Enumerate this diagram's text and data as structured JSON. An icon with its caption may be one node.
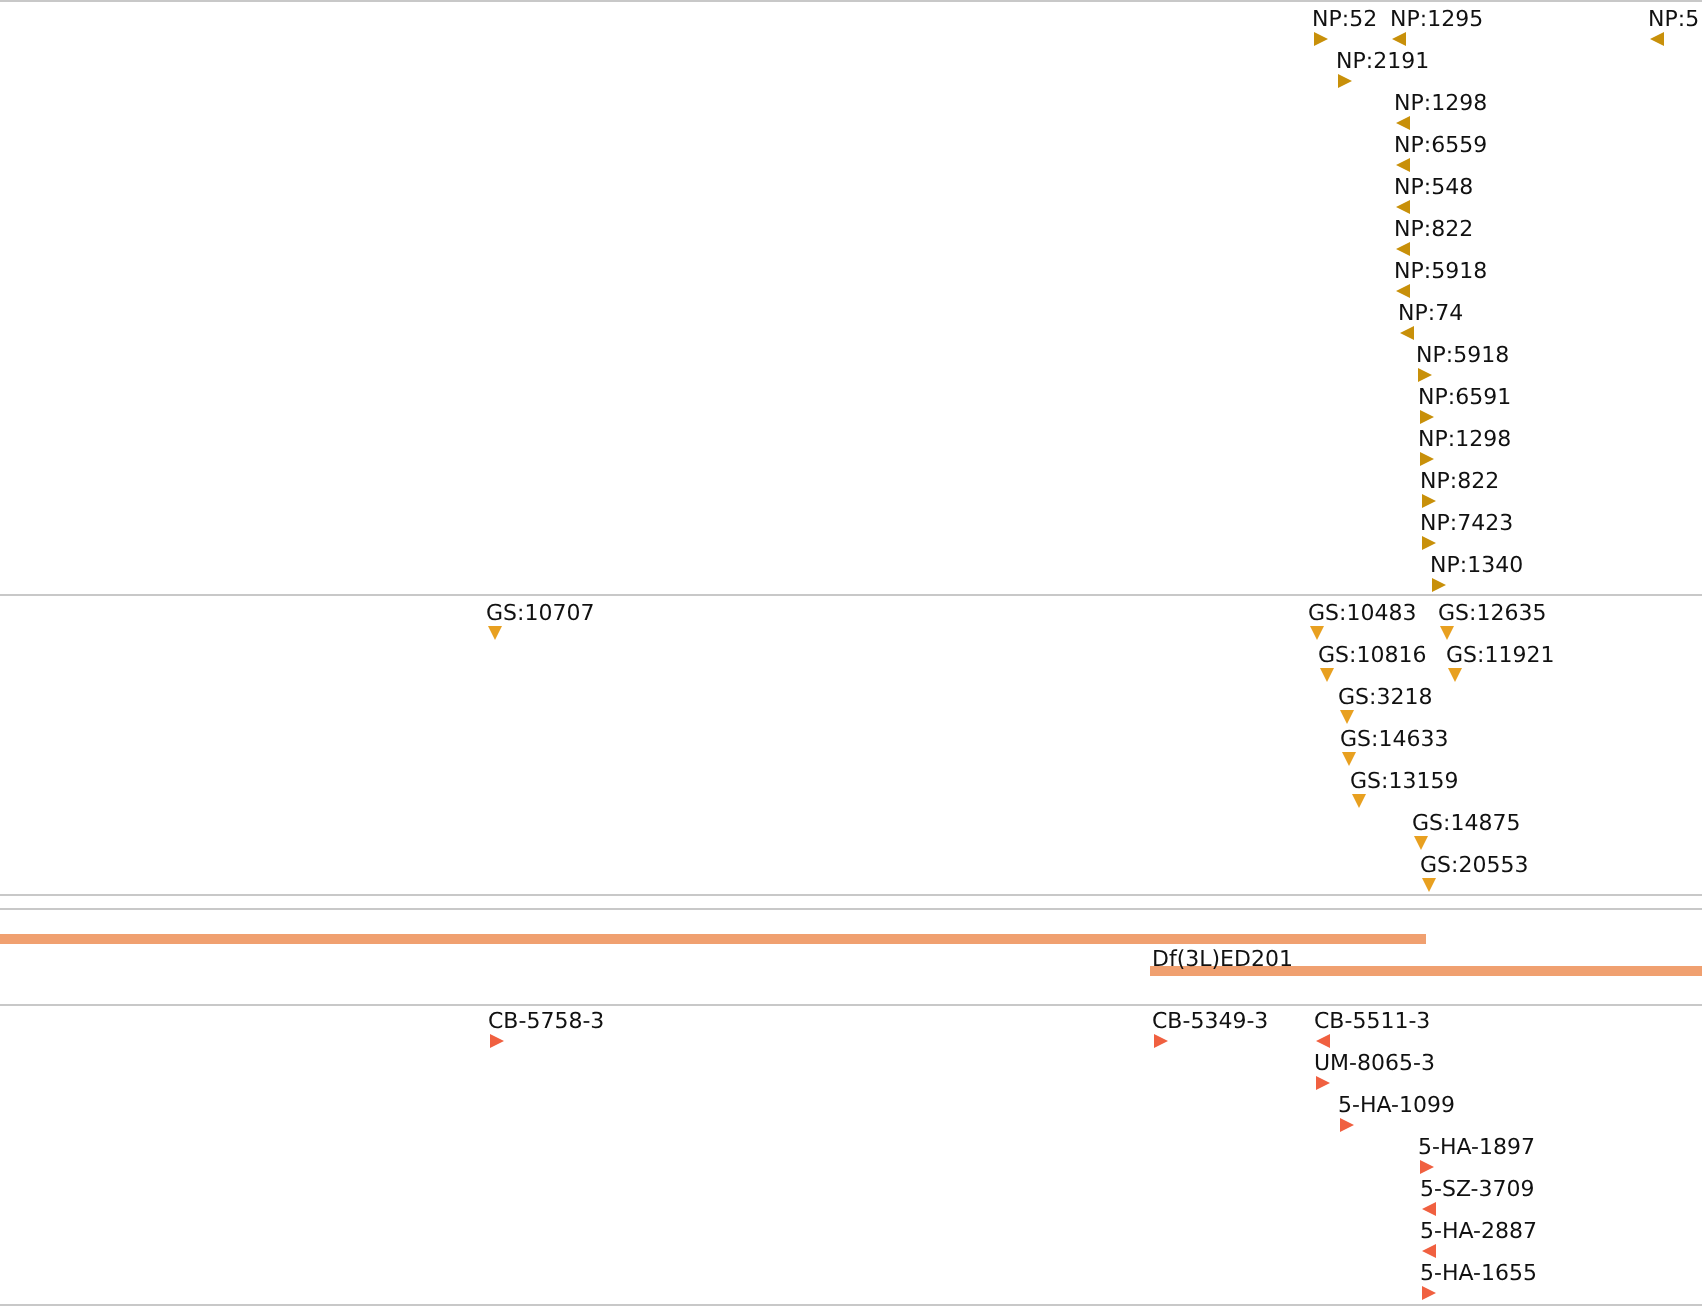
{
  "diagram": {
    "labels": [
      "NP:52",
      "NP:1295",
      "NP:5",
      "NP:2191",
      "NP:1298",
      "NP:6559",
      "NP:548",
      "NP:822",
      "NP:5918",
      "NP:74",
      "NP:5918",
      "NP:6591",
      "NP:1298",
      "NP:822",
      "NP:7423",
      "NP:1340",
      "GS:10707",
      "GS:10483",
      "GS:12635",
      "GS:10816",
      "GS:11921",
      "GS:3218",
      "GS:14633",
      "GS:13159",
      "GS:14875",
      "GS:20553",
      "Df(3L)ED201",
      "CB-5758-3",
      "CB-5349-3",
      "CB-5511-3",
      "UM-8065-3",
      "5-HA-1099",
      "5-HA-1897",
      "5-SZ-3709",
      "5-HA-2887",
      "5-HA-1655"
    ]
  }
}
